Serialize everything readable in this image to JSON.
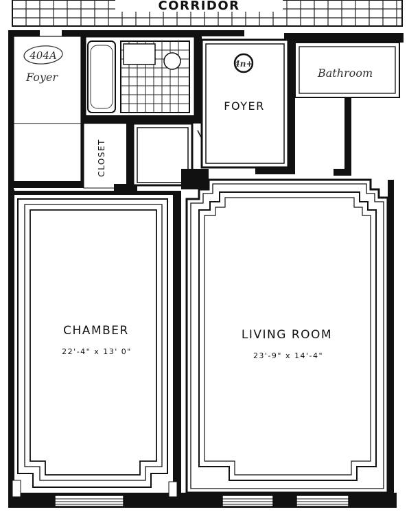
{
  "corridor_label": "CORRIDOR",
  "unit_badge": "404A",
  "rooms": {
    "foyer_handwritten": "Foyer",
    "bathroom_handwritten": "Bathroom",
    "closet": "CLOSET",
    "foyer": "FOYER",
    "chamber": "CHAMBER",
    "chamber_dims": "22'-4\" x 13' 0\"",
    "living_room": "LIVING ROOM",
    "living_room_dims": "23'-9\" x 14'-4\""
  },
  "compass_mark": "4n+",
  "colors": {
    "ink": "#111111",
    "paper": "#ffffff"
  }
}
